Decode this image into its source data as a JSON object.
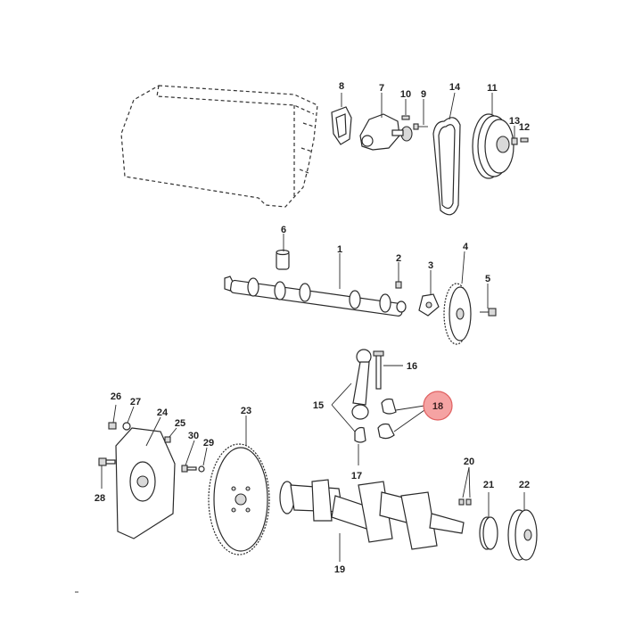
{
  "diagram": {
    "highlighted_callout": "18",
    "highlight_color": "#f5a3a3",
    "callouts": {
      "c1": "1",
      "c2": "2",
      "c3": "3",
      "c4": "4",
      "c5": "5",
      "c6": "6",
      "c7": "7",
      "c8": "8",
      "c9": "9",
      "c10": "10",
      "c11": "11",
      "c12": "12",
      "c13": "13",
      "c14": "14",
      "c15": "15",
      "c16": "16",
      "c17": "17",
      "c18": "18",
      "c19": "19",
      "c20": "20",
      "c21": "21",
      "c22": "22",
      "c23": "23",
      "c24": "24",
      "c25": "25",
      "c26": "26",
      "c27": "27",
      "c28": "28",
      "c29": "29",
      "c30": "30"
    }
  }
}
